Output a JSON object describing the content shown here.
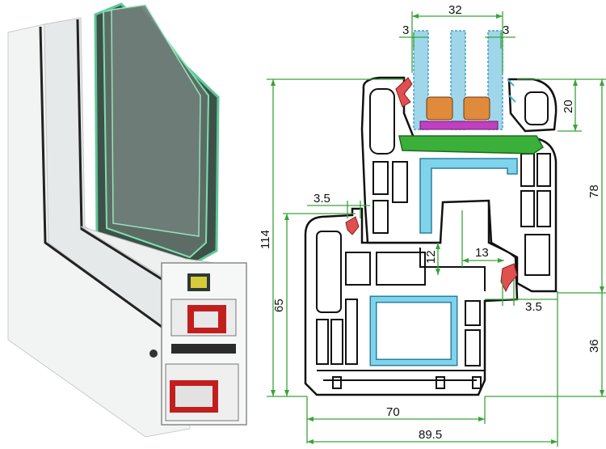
{
  "dimensions": {
    "glass_width": "32",
    "left_bead_gap": "3",
    "right_bead_gap": "3",
    "sash_rebate": "20",
    "sash_height": "78",
    "total_height": "114",
    "frame_offset": "3.5",
    "frame_height": "65",
    "inner_drop": "12",
    "inner_step": "13",
    "right_offset": "3.5",
    "frame_lower": "36",
    "frame_depth": "70",
    "total_depth": "89.5"
  },
  "colors": {
    "dimension_line": "#3aa33a",
    "profile_outline": "#111111",
    "glass": "#9fd6ea",
    "steel": "#7fd3ea",
    "seal_red": "#e05050",
    "insert_green": "#3ab03a",
    "spacer_orange": "#e08a3c",
    "magenta_strip": "#c040c0"
  }
}
